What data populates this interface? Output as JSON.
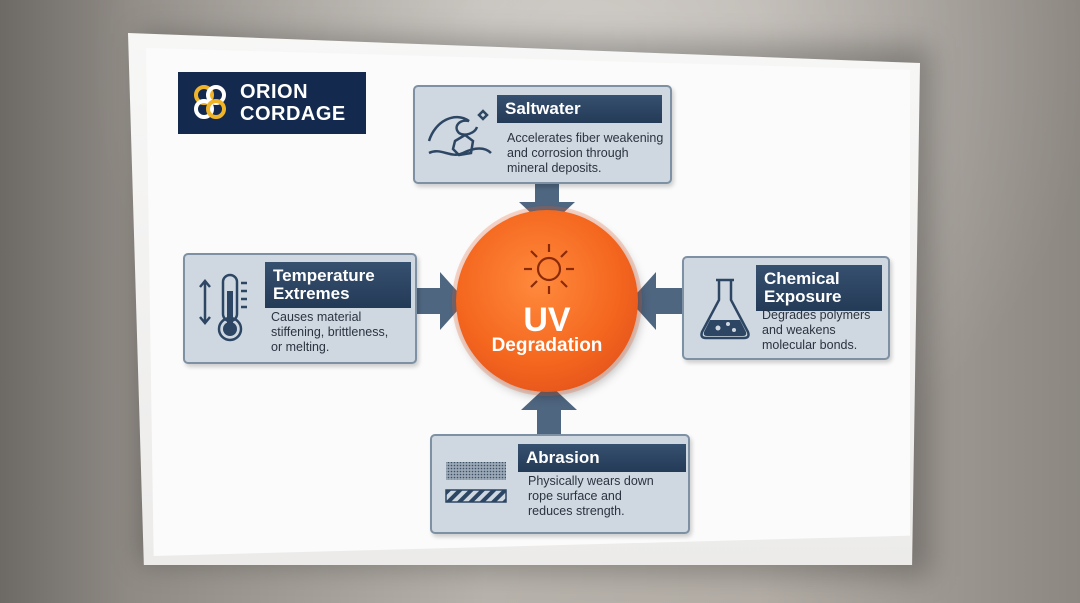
{
  "brand": {
    "line1": "ORION",
    "line2": "CORDAGE"
  },
  "center": {
    "title": "UV",
    "subtitle": "Degradation"
  },
  "factors": {
    "saltwater": {
      "title": "Saltwater",
      "text": [
        "Accelerates fiber weakening",
        "and corrosion through",
        "mineral deposits."
      ],
      "icon": "wave-icon"
    },
    "temperature": {
      "title": [
        "Temperature",
        "Extremes"
      ],
      "text": [
        "Causes material",
        "stiffening, brittleness,",
        "or melting."
      ],
      "icon": "thermometer-icon"
    },
    "chemical": {
      "title": [
        "Chemical",
        "Exposure"
      ],
      "text": [
        "Degrades polymers",
        "and weakens",
        "molecular bonds."
      ],
      "icon": "flask-icon"
    },
    "abrasion": {
      "title": "Abrasion",
      "text": [
        "Physically wears down",
        "rope surface and",
        "reduces strength."
      ],
      "icon": "abrasion-texture-icon"
    }
  },
  "colors": {
    "navy": "#13294d",
    "header": "#2d4663",
    "card": "#cfd8e1",
    "orange": "#f4661e",
    "arrow": "#4f6680"
  }
}
